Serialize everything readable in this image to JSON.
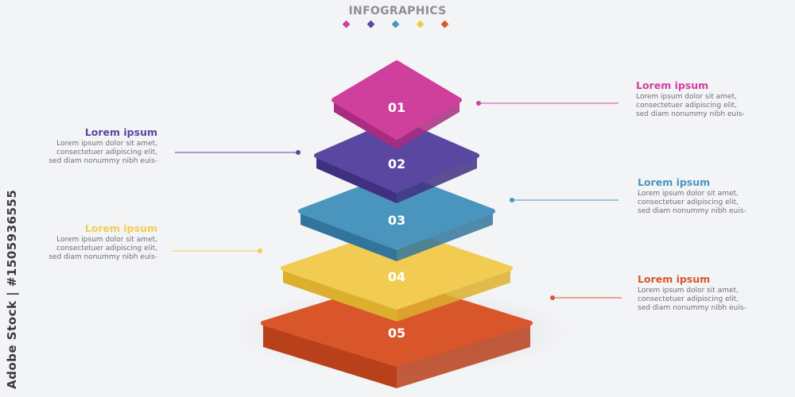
{
  "header": {
    "title": "INFOGRAPHICS",
    "dot_colors": [
      "#cf3f9c",
      "#5a47a1",
      "#4a95be",
      "#f2c94c",
      "#d9562a"
    ]
  },
  "steps": [
    {
      "number": "01",
      "color": "#cf3f9c",
      "side": "#a82d7f",
      "title": "Lorem ipsum",
      "lines": [
        "Lorem ipsum dolor sit amet,",
        "consectetuer adipiscing elit,",
        "sed diam nonummy nibh euis-"
      ]
    },
    {
      "number": "02",
      "color": "#5a47a1",
      "side": "#3f3080",
      "title": "Lorem ipsum",
      "lines": [
        "Lorem ipsum dolor sit amet,",
        "consectetuer adipiscing elit,",
        "sed diam nonummy nibh euis-"
      ]
    },
    {
      "number": "03",
      "color": "#4a95be",
      "side": "#32759c",
      "title": "Lorem ipsum",
      "lines": [
        "Lorem ipsum dolor sit amet,",
        "consectetuer adipiscing elit,",
        "sed diam nonummy nibh euis-"
      ]
    },
    {
      "number": "04",
      "color": "#f2cc52",
      "side": "#dcaf2e",
      "title": "Lorem ipsum",
      "lines": [
        "Lorem ipsum dolor sit amet,",
        "consectetuer adipiscing elit,",
        "sed diam nonummy nibh euis-"
      ]
    },
    {
      "number": "05",
      "color": "#d9562a",
      "side": "#b8401b",
      "title": "Lorem ipsum",
      "lines": [
        "Lorem ipsum dolor sit amet,",
        "consectetuer adipiscing elit,",
        "sed diam nonummy nibh euis-"
      ]
    }
  ],
  "watermark": "Adobe Stock | #1505936555"
}
